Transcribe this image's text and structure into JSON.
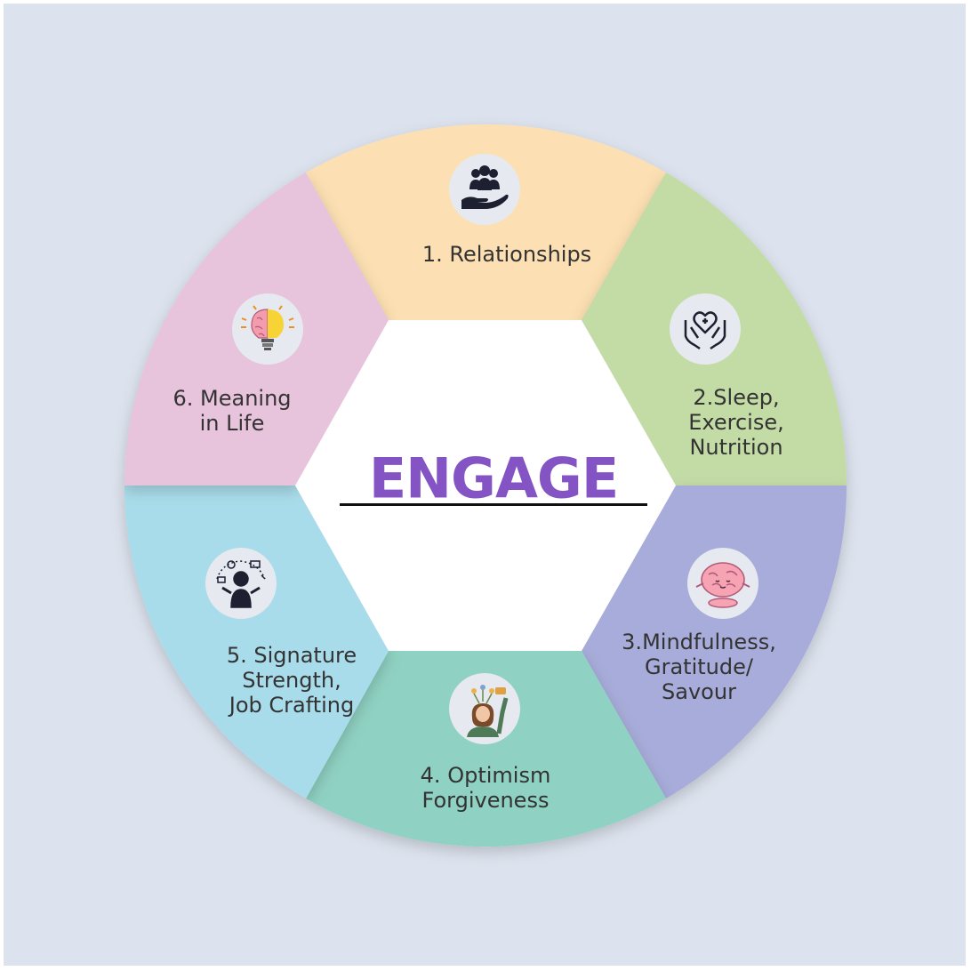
{
  "title": "ENGAGE",
  "colors": {
    "background": "#dde3ee",
    "center": "#ffffff",
    "title": "#8554c4",
    "icon_bg": "#e6e9ef"
  },
  "segments": [
    {
      "label": "1. Relationships",
      "icon": "helping-hand-people-icon",
      "color": "#fce0b3"
    },
    {
      "label": "2.Sleep,\nExercise,\nNutrition",
      "icon": "heart-in-hands-icon",
      "color": "#c3dca6"
    },
    {
      "label": "3.Mindfulness,\nGratitude/\nSavour",
      "icon": "meditating-brain-icon",
      "color": "#a8acda"
    },
    {
      "label": "4. Optimism\nForgiveness",
      "icon": "watering-flowers-head-icon",
      "color": "#8fd1c2"
    },
    {
      "label": "5. Signature\nStrength,\nJob Crafting",
      "icon": "multitasking-person-icon",
      "color": "#a9dcea"
    },
    {
      "label": "6. Meaning\nin Life",
      "icon": "brain-lightbulb-icon",
      "color": "#e7c3dc"
    }
  ]
}
